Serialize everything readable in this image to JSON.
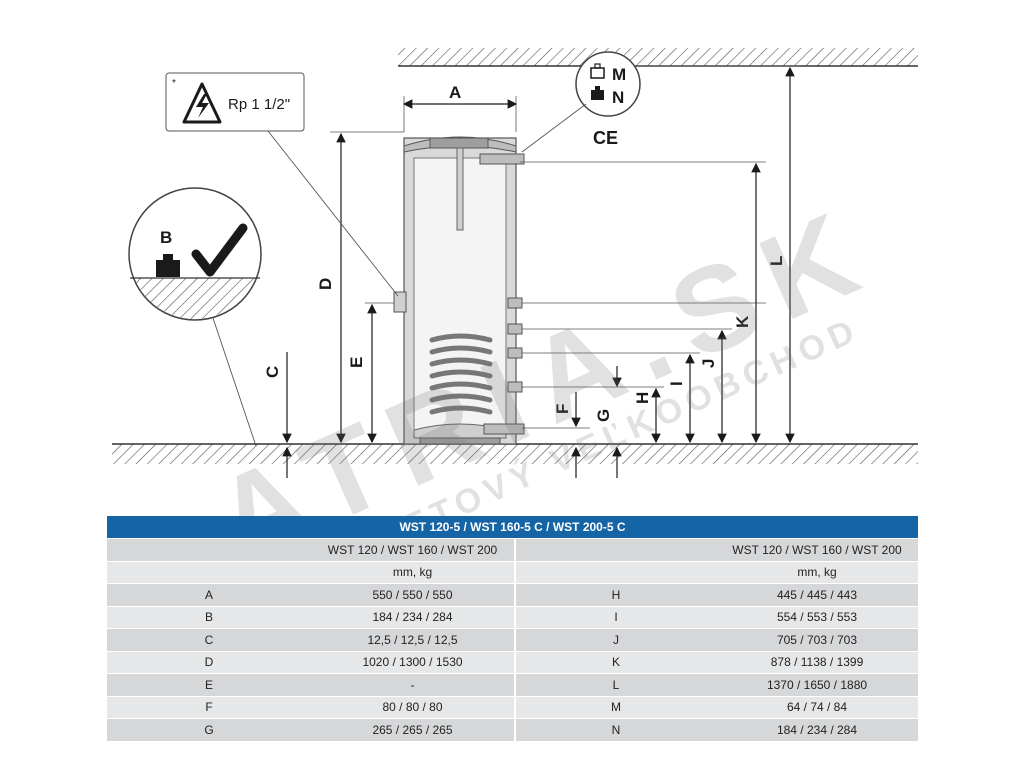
{
  "diagram": {
    "dimension_labels": [
      "A",
      "B",
      "C",
      "D",
      "E",
      "F",
      "G",
      "H",
      "I",
      "J",
      "K",
      "L"
    ],
    "electric_callout": {
      "star": "*",
      "text": "Rp 1 1/2\""
    },
    "weight_callout": {
      "label_b": "B"
    },
    "mass_labels": {
      "m": "M",
      "n": "N"
    },
    "ce_mark": "CE"
  },
  "watermark": {
    "main": "ATRIA.SK",
    "sub": "INTERNETOVÝ VEĽKOOBCHOD"
  },
  "table": {
    "title": "WST 120-5 / WST 160-5 C / WST 200-5 C",
    "header_models_left": "WST 120 / WST 160 / WST 200",
    "header_models_right": "WST 120 / WST 160 / WST 200",
    "header_units_left": "mm, kg",
    "header_units_right": "mm, kg",
    "rows": [
      {
        "l_key": "A",
        "l_val": "550 / 550 / 550",
        "r_key": "H",
        "r_val": "445 / 445 / 443"
      },
      {
        "l_key": "B",
        "l_val": "184 / 234 / 284",
        "r_key": "I",
        "r_val": "554 / 553 / 553"
      },
      {
        "l_key": "C",
        "l_val": "12,5 / 12,5 / 12,5",
        "r_key": "J",
        "r_val": "705 / 703 / 703"
      },
      {
        "l_key": "D",
        "l_val": "1020 / 1300 / 1530",
        "r_key": "K",
        "r_val": "878 / 1138 / 1399"
      },
      {
        "l_key": "E",
        "l_val": "-",
        "r_key": "L",
        "r_val": "1370 / 1650 / 1880"
      },
      {
        "l_key": "F",
        "l_val": "80 / 80 / 80",
        "r_key": "M",
        "r_val": "64 / 74 / 84"
      },
      {
        "l_key": "G",
        "l_val": "265 / 265 / 265",
        "r_key": "N",
        "r_val": "184 / 234 / 284"
      }
    ]
  }
}
